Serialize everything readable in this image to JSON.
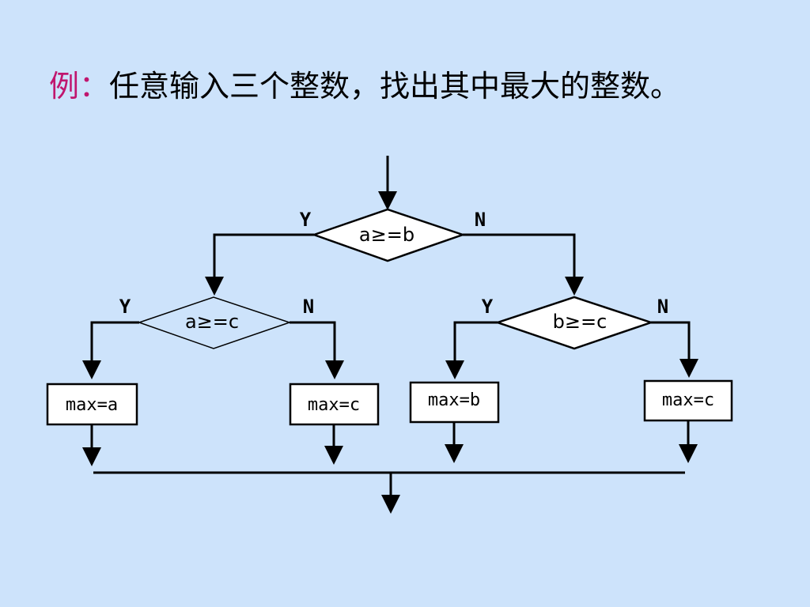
{
  "title": {
    "prefix": "例：",
    "text": "任意输入三个整数，找出其中最大的整数。"
  },
  "flowchart": {
    "decisions": {
      "top": "a≥=b",
      "left": "a≥=c",
      "right": "b≥=c"
    },
    "branch_labels": {
      "top_yes": "Y",
      "top_no": "N",
      "left_yes": "Y",
      "left_no": "N",
      "right_yes": "Y",
      "right_no": "N"
    },
    "processes": {
      "p1": "max=a",
      "p2": "max=c",
      "p3": "max=b",
      "p4": "max=c"
    }
  }
}
